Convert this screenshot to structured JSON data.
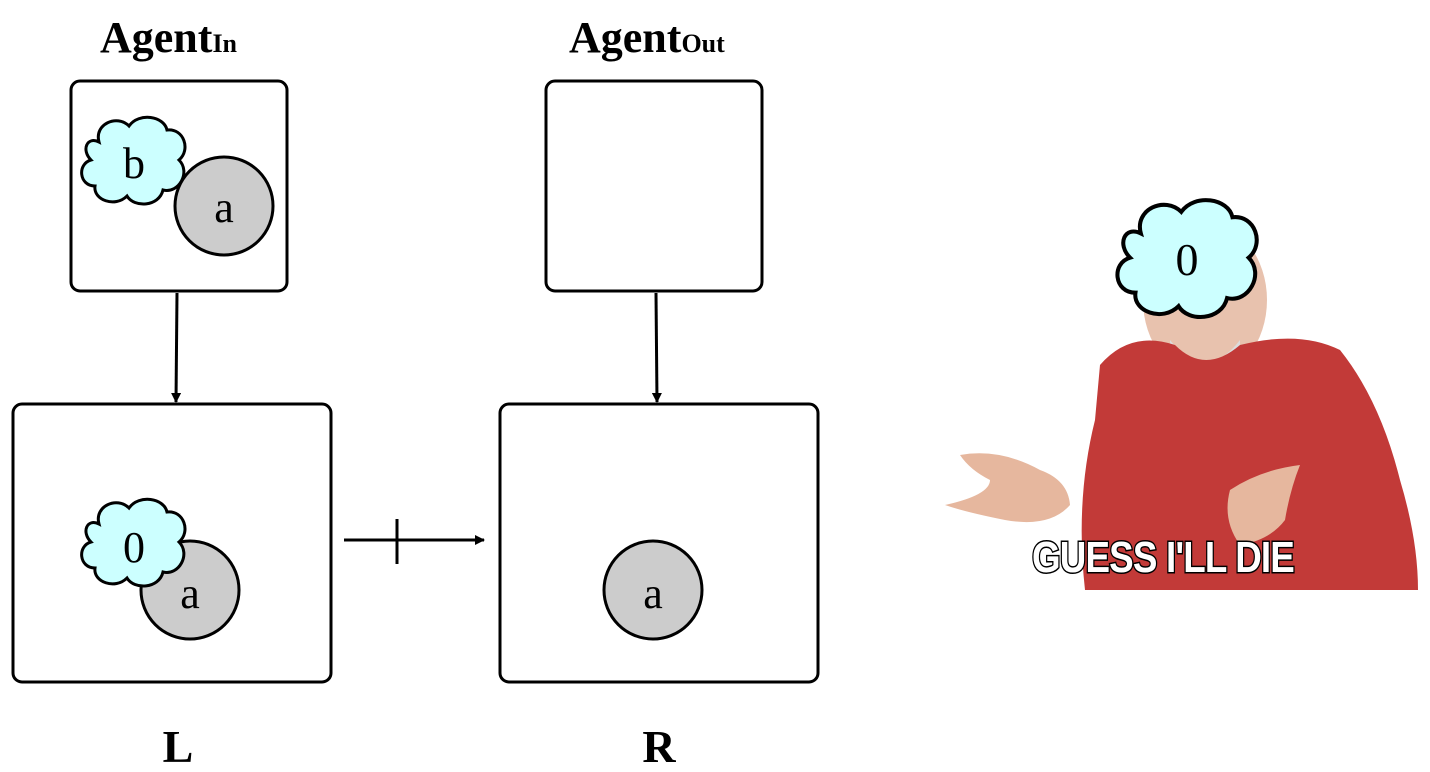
{
  "titles": {
    "agent_in": {
      "main": "Agent",
      "sub": "In"
    },
    "agent_out": {
      "main": "Agent",
      "sub": "Out"
    }
  },
  "agent_in_box": {
    "cloud_label": "b",
    "circle_label": "a"
  },
  "left_box": {
    "cloud_label": "0",
    "circle_label": "a",
    "caption": "L"
  },
  "right_box": {
    "circle_label": "a",
    "caption": "R"
  },
  "meme": {
    "cloud_label": "0",
    "caption": "GUESS I'LL DIE"
  },
  "colors": {
    "cloud_fill": "#ccffff",
    "circle_fill": "#cccccc",
    "stroke": "#000000",
    "sweater": "#c23a38"
  }
}
